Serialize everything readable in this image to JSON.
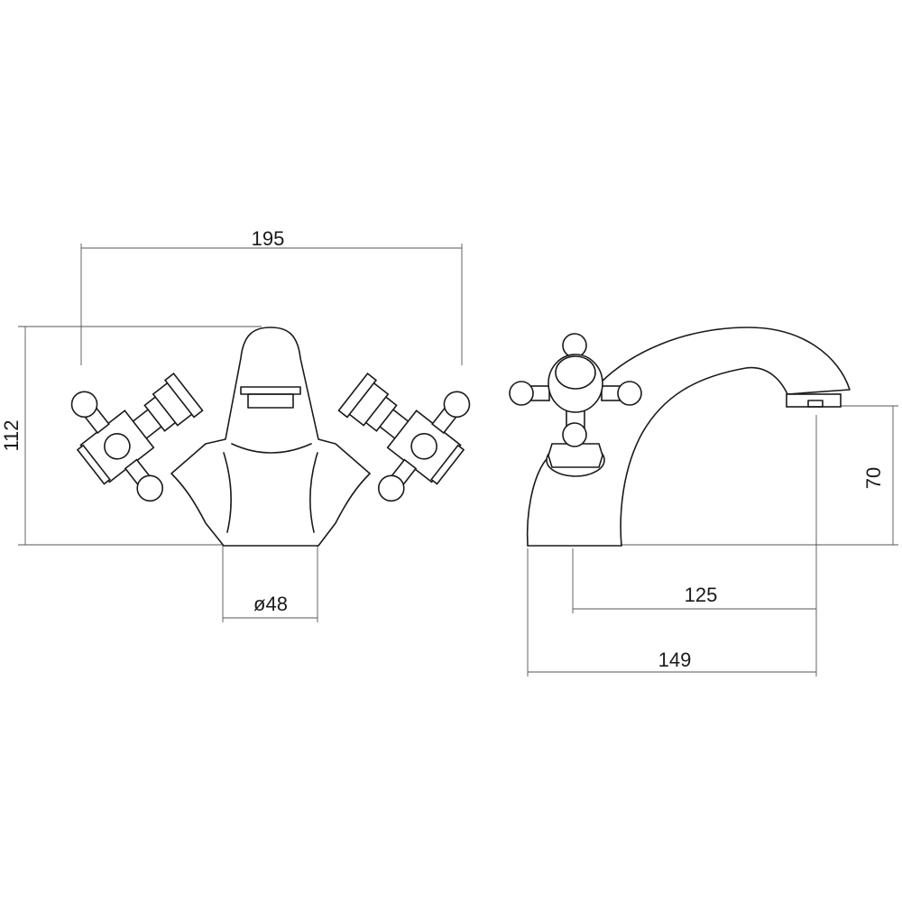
{
  "dimensions": {
    "width_overall": "195",
    "height_overall": "112",
    "base_diameter": "ø48",
    "spout_height": "70",
    "spout_reach_from_handle": "125",
    "spout_reach_total": "149"
  },
  "colors": {
    "line": "#1a1a1a",
    "dimension_line": "#555555",
    "background": "#ffffff"
  }
}
